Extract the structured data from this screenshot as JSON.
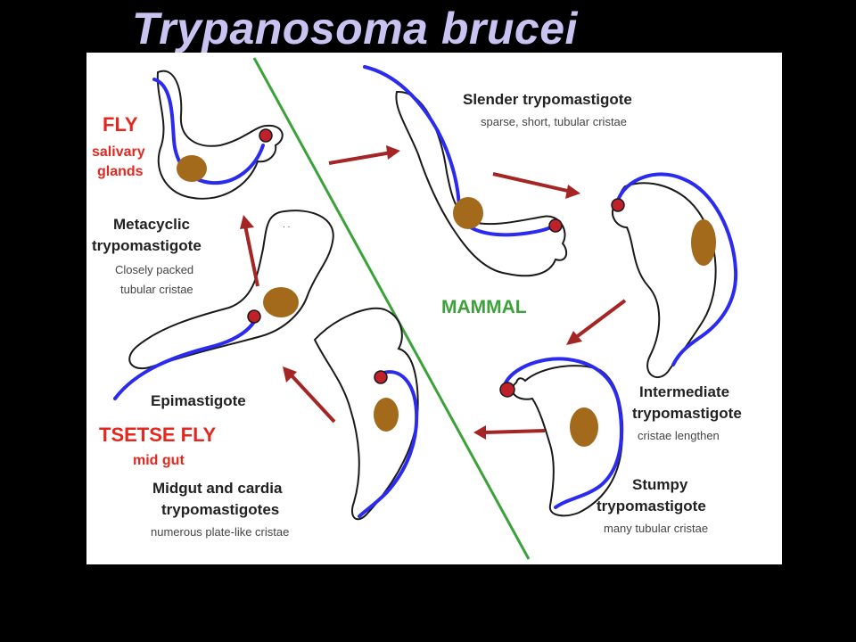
{
  "title": "Trypanosoma brucei",
  "labels": {
    "fly": "FLY",
    "salivary": "salivary",
    "glands": "glands",
    "metacyclic_1": "Metacyclic",
    "metacyclic_2": "trypomastigote",
    "metacyclic_3": "Closely packed",
    "metacyclic_4": "tubular cristae",
    "slender_1": "Slender trypomastigote",
    "slender_2": "sparse, short, tubular cristae",
    "mammal": "MAMMAL",
    "intermediate_1": "Intermediate",
    "intermediate_2": "trypomastigote",
    "intermediate_3": "cristae lengthen",
    "stumpy_1": "Stumpy",
    "stumpy_2": "trypomastigote",
    "stumpy_3": "many tubular cristae",
    "epimastigote": "Epimastigote",
    "tsetse_fly": "TSETSE FLY",
    "mid_gut": "mid gut",
    "midgut_1": "Midgut and cardia",
    "midgut_2": "trypomastigotes",
    "midgut_3": "numerous plate-like cristae"
  },
  "colors": {
    "title": "#c9c3f2",
    "background": "#000000",
    "panel": "#ffffff",
    "flagellum": "#2b2bf0",
    "nucleus": "#a46a1c",
    "kinetoplast": "#c0202a",
    "arrow": "#a52424",
    "divider": "#3aa238",
    "fly_label": "#e3281f",
    "mammal_label": "#3aa238"
  }
}
